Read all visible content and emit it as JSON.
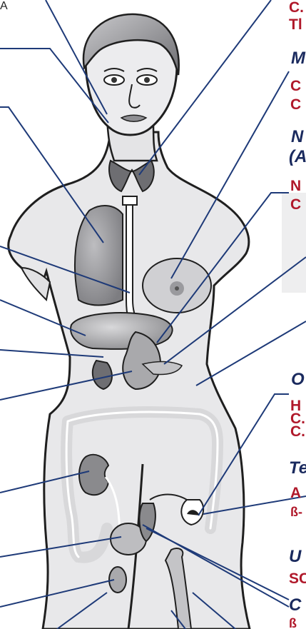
{
  "corner_tag": "A",
  "labels": [
    {
      "text": "C.",
      "style": "red"
    },
    {
      "text": "Tl",
      "style": "red"
    },
    {
      "text": "M",
      "style": "cat"
    },
    {
      "text": "C",
      "style": "red"
    },
    {
      "text": "C",
      "style": "red"
    },
    {
      "text": "N",
      "style": "cat"
    },
    {
      "text": "(A",
      "style": "cat"
    },
    {
      "text": "N",
      "style": "red"
    },
    {
      "text": "C",
      "style": "red"
    },
    {
      "text": "O",
      "style": "cat"
    },
    {
      "text": "H",
      "style": "red"
    },
    {
      "text": "C.",
      "style": "red"
    },
    {
      "text": "C.",
      "style": "red"
    },
    {
      "text": "Te",
      "style": "cat"
    },
    {
      "text": "A",
      "style": "red"
    },
    {
      "text": "ß-",
      "style": "redsm"
    },
    {
      "text": "U",
      "style": "cat"
    },
    {
      "text": "SC",
      "style": "red"
    },
    {
      "text": "C",
      "style": "cat"
    },
    {
      "text": "ß",
      "style": "redsm"
    }
  ],
  "colors": {
    "outline": "#1f1f1f",
    "skin": "#e8e8ea",
    "organ_dark": "#8a8a8d",
    "organ_mid": "#a9a9ac",
    "organ_light": "#c4c4c7",
    "leader_line": "#1e3a78",
    "category_text": "#1a2a5e",
    "marker_text": "#b0182a"
  }
}
